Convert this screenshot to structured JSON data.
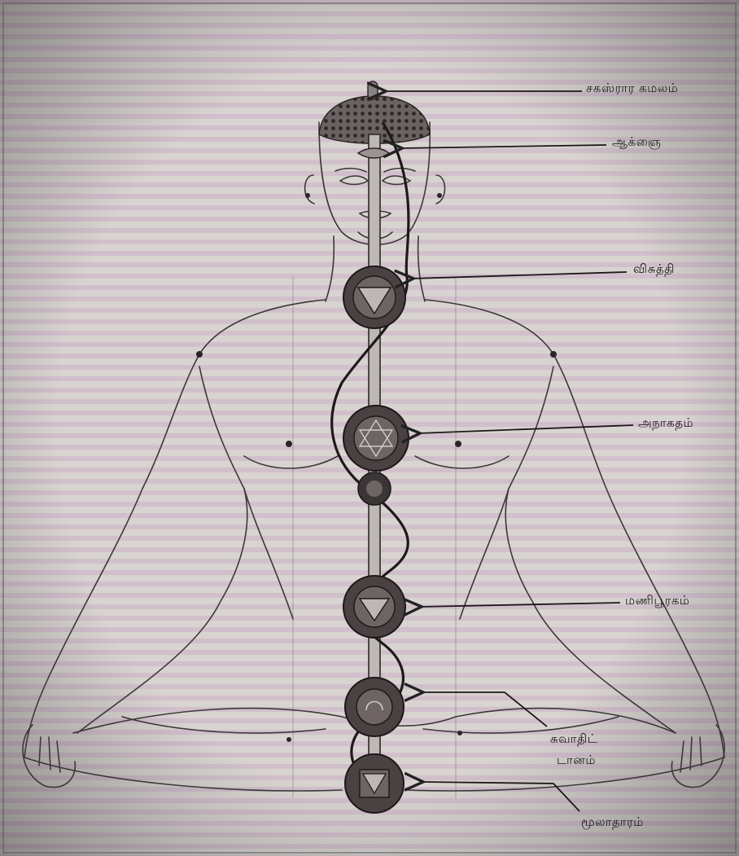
{
  "labels": {
    "sahasrara": "சகஸ்ரார கமலம்",
    "ajna": "ஆக்ஞை",
    "vishuddhi": "விசுத்தி",
    "anahata": "அநாகதம்",
    "manipura": "மணிபூரகம்",
    "svadhishthana_1": "சுவாதிட்",
    "svadhishthana_2": "டானம்",
    "muladhara": "மூலாதாரம்"
  },
  "colors": {
    "paper": "#d6d2cf",
    "ink": "#2a2a2a",
    "stripe": "#c9a9c4",
    "chakra": "#3a3434"
  }
}
